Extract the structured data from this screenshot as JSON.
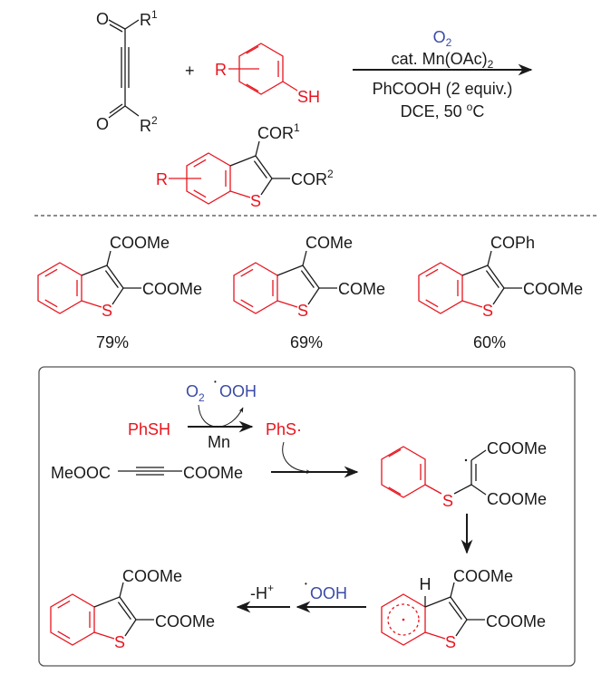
{
  "colors": {
    "red": "#e8141e",
    "blue": "#3b4ba6",
    "black": "#1a1a1a"
  },
  "scheme": {
    "diketone": {
      "o_top": "O",
      "r1": "R",
      "r1_sup": "1",
      "o_bottom": "O",
      "r2": "R",
      "r2_sup": "2"
    },
    "plus": "+",
    "thiophenol": {
      "r": "R",
      "sh": "SH"
    },
    "conditions": {
      "o2": "O",
      "o2_sub": "2",
      "catalyst": "cat. Mn(OAc)",
      "catalyst_sub": "2",
      "additive": "PhCOOH (2 equiv.)",
      "solvent_temp": "DCE, 50 ",
      "deg": "o",
      "unit": "C"
    },
    "product": {
      "r": "R",
      "cor1": "COR",
      "cor1_sup": "1",
      "cor2": "COR",
      "cor2_sup": "2",
      "s": "S"
    }
  },
  "examples": [
    {
      "top": "COOMe",
      "right": "COOMe",
      "s": "S",
      "yield": "79%"
    },
    {
      "top": "COMe",
      "right": "COMe",
      "s": "S",
      "yield": "69%"
    },
    {
      "top": "COPh",
      "right": "COOMe",
      "s": "S",
      "yield": "60%"
    }
  ],
  "mechanism": {
    "o2": "O",
    "o2_sub": "2",
    "radical_dot": "•",
    "ooh": "OOH",
    "phsh": "PhSH",
    "mn": "Mn",
    "phs": "PhS·",
    "alkyne_left": "MeOOC",
    "alkyne_right": "COOMe",
    "vinyl": {
      "s": "S",
      "top": "COOMe",
      "bottom": "COOMe"
    },
    "intermediate": {
      "h": "H",
      "top": "COOMe",
      "right": "COOMe",
      "s": "S"
    },
    "ooh2_dot": "•",
    "ooh2": "OOH",
    "minus_h": "-H",
    "plus_sup": "+",
    "product": {
      "top": "COOMe",
      "right": "COOMe",
      "s": "S"
    }
  }
}
